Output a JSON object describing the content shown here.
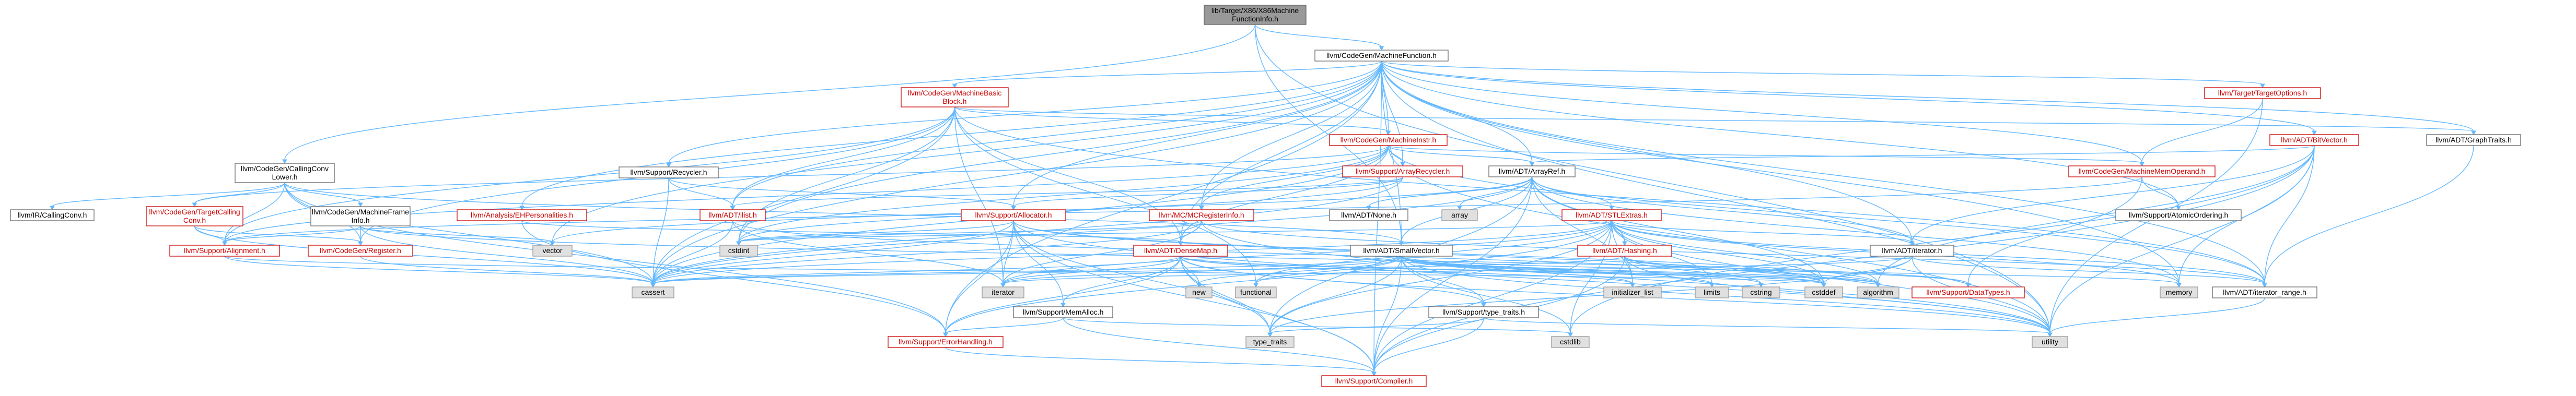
{
  "colors": {
    "edge": "#63b8ff",
    "root_fill": "#999999",
    "node_border": "#666666",
    "missing_border": "#cc0000",
    "system_fill": "#e0e0e0"
  },
  "nodes": [
    {
      "id": "root",
      "lines": [
        "lib/Target/X86/X86Machine",
        "FunctionInfo.h"
      ],
      "kind": "root"
    },
    {
      "id": "mf",
      "lines": [
        "llvm/CodeGen/MachineFunction.h"
      ],
      "kind": "link"
    },
    {
      "id": "cgcl",
      "lines": [
        "llvm/CodeGen/CallingConv",
        "Lower.h"
      ],
      "kind": "link"
    },
    {
      "id": "mbb",
      "lines": [
        "llvm/CodeGen/MachineBasic",
        "Block.h"
      ],
      "kind": "red"
    },
    {
      "id": "to",
      "lines": [
        "llvm/Target/TargetOptions.h"
      ],
      "kind": "red"
    },
    {
      "id": "bv",
      "lines": [
        "llvm/ADT/BitVector.h"
      ],
      "kind": "red"
    },
    {
      "id": "gt",
      "lines": [
        "llvm/ADT/GraphTraits.h"
      ],
      "kind": "link"
    },
    {
      "id": "rc",
      "lines": [
        "llvm/Support/Recycler.h"
      ],
      "kind": "link"
    },
    {
      "id": "mi",
      "lines": [
        "llvm/CodeGen/MachineInstr.h"
      ],
      "kind": "red"
    },
    {
      "id": "ar",
      "lines": [
        "llvm/Support/ArrayRecycler.h"
      ],
      "kind": "red"
    },
    {
      "id": "aref",
      "lines": [
        "llvm/ADT/ArrayRef.h"
      ],
      "kind": "link"
    },
    {
      "id": "mmo",
      "lines": [
        "llvm/CodeGen/MachineMemOperand.h"
      ],
      "kind": "red"
    },
    {
      "id": "irc",
      "lines": [
        "llvm/IR/CallingConv.h"
      ],
      "kind": "link"
    },
    {
      "id": "tcc",
      "lines": [
        "llvm/CodeGen/TargetCalling",
        "Conv.h"
      ],
      "kind": "red"
    },
    {
      "id": "mfi",
      "lines": [
        "llvm/CodeGen/MachineFrame",
        "Info.h"
      ],
      "kind": "link"
    },
    {
      "id": "ehp",
      "lines": [
        "llvm/Analysis/EHPersonalities.h"
      ],
      "kind": "red"
    },
    {
      "id": "ilist",
      "lines": [
        "llvm/ADT/ilist.h"
      ],
      "kind": "red"
    },
    {
      "id": "alloc",
      "lines": [
        "llvm/Support/Allocator.h"
      ],
      "kind": "red"
    },
    {
      "id": "mcri",
      "lines": [
        "llvm/MC/MCRegisterInfo.h"
      ],
      "kind": "red"
    },
    {
      "id": "none",
      "lines": [
        "llvm/ADT/None.h"
      ],
      "kind": "link"
    },
    {
      "id": "array",
      "lines": [
        "array"
      ],
      "kind": "gray"
    },
    {
      "id": "stl",
      "lines": [
        "llvm/ADT/STLExtras.h"
      ],
      "kind": "red"
    },
    {
      "id": "ao",
      "lines": [
        "llvm/Support/AtomicOrdering.h"
      ],
      "kind": "link"
    },
    {
      "id": "salign",
      "lines": [
        "llvm/Support/Alignment.h"
      ],
      "kind": "red"
    },
    {
      "id": "reg",
      "lines": [
        "llvm/CodeGen/Register.h"
      ],
      "kind": "red"
    },
    {
      "id": "vector",
      "lines": [
        "vector"
      ],
      "kind": "gray"
    },
    {
      "id": "cstdint",
      "lines": [
        "cstdint"
      ],
      "kind": "gray"
    },
    {
      "id": "dm",
      "lines": [
        "llvm/ADT/DenseMap.h"
      ],
      "kind": "red"
    },
    {
      "id": "hash",
      "lines": [
        "llvm/ADT/Hashing.h"
      ],
      "kind": "red"
    },
    {
      "id": "sv",
      "lines": [
        "llvm/ADT/SmallVector.h"
      ],
      "kind": "link"
    },
    {
      "id": "it",
      "lines": [
        "llvm/ADT/iterator.h"
      ],
      "kind": "link"
    },
    {
      "id": "cassert",
      "lines": [
        "cassert"
      ],
      "kind": "gray"
    },
    {
      "id": "iterator",
      "lines": [
        "iterator"
      ],
      "kind": "gray"
    },
    {
      "id": "new",
      "lines": [
        "new"
      ],
      "kind": "gray"
    },
    {
      "id": "functional",
      "lines": [
        "functional"
      ],
      "kind": "gray"
    },
    {
      "id": "ma",
      "lines": [
        "llvm/Support/MemAlloc.h"
      ],
      "kind": "link"
    },
    {
      "id": "stt",
      "lines": [
        "llvm/Support/type_traits.h"
      ],
      "kind": "link"
    },
    {
      "id": "il",
      "lines": [
        "initializer_list"
      ],
      "kind": "gray"
    },
    {
      "id": "limits",
      "lines": [
        "limits"
      ],
      "kind": "gray"
    },
    {
      "id": "cstring",
      "lines": [
        "cstring"
      ],
      "kind": "gray"
    },
    {
      "id": "cstddef",
      "lines": [
        "cstddef"
      ],
      "kind": "gray"
    },
    {
      "id": "algorithm",
      "lines": [
        "algorithm"
      ],
      "kind": "gray"
    },
    {
      "id": "dt",
      "lines": [
        "llvm/Support/DataTypes.h"
      ],
      "kind": "red"
    },
    {
      "id": "memory",
      "lines": [
        "memory"
      ],
      "kind": "gray"
    },
    {
      "id": "ir",
      "lines": [
        "llvm/ADT/iterator_range.h"
      ],
      "kind": "link"
    },
    {
      "id": "cstdlib",
      "lines": [
        "cstdlib"
      ],
      "kind": "gray"
    },
    {
      "id": "utility",
      "lines": [
        "utility"
      ],
      "kind": "gray"
    },
    {
      "id": "eh",
      "lines": [
        "llvm/Support/ErrorHandling.h"
      ],
      "kind": "red"
    },
    {
      "id": "tt",
      "lines": [
        "type_traits"
      ],
      "kind": "gray"
    },
    {
      "id": "comp",
      "lines": [
        "llvm/Support/Compiler.h"
      ],
      "kind": "red"
    }
  ],
  "edges": [
    [
      "root",
      "mf"
    ],
    [
      "root",
      "cgcl"
    ],
    [
      "root",
      "sv"
    ],
    [
      "root",
      "utility"
    ],
    [
      "mf",
      "mbb"
    ],
    [
      "mf",
      "to"
    ],
    [
      "mf",
      "bv"
    ],
    [
      "mf",
      "gt"
    ],
    [
      "mf",
      "rc"
    ],
    [
      "mf",
      "mi"
    ],
    [
      "mf",
      "ar"
    ],
    [
      "mf",
      "aref"
    ],
    [
      "mf",
      "mmo"
    ],
    [
      "mf",
      "ehp"
    ],
    [
      "mf",
      "ilist"
    ],
    [
      "mf",
      "alloc"
    ],
    [
      "mf",
      "dm"
    ],
    [
      "mf",
      "sv"
    ],
    [
      "mf",
      "it"
    ],
    [
      "mf",
      "cassert"
    ],
    [
      "mf",
      "cstdint"
    ],
    [
      "mf",
      "memory"
    ],
    [
      "mf",
      "utility"
    ],
    [
      "mf",
      "vector"
    ],
    [
      "mf",
      "comp"
    ],
    [
      "mf",
      "eh"
    ],
    [
      "mf",
      "ir"
    ],
    [
      "mf",
      "ao"
    ],
    [
      "mf",
      "mcri"
    ],
    [
      "cgcl",
      "irc"
    ],
    [
      "cgcl",
      "tcc"
    ],
    [
      "cgcl",
      "mfi"
    ],
    [
      "cgcl",
      "reg"
    ],
    [
      "cgcl",
      "salign"
    ],
    [
      "cgcl",
      "sv"
    ],
    [
      "cgcl",
      "eh"
    ],
    [
      "cgcl",
      "cassert"
    ],
    [
      "mbb",
      "mi"
    ],
    [
      "mbb",
      "ilist"
    ],
    [
      "mbb",
      "gt"
    ],
    [
      "mbb",
      "dm"
    ],
    [
      "mbb",
      "ir"
    ],
    [
      "mbb",
      "reg"
    ],
    [
      "mbb",
      "cassert"
    ],
    [
      "mbb",
      "cstdint"
    ],
    [
      "mbb",
      "iterator"
    ],
    [
      "mbb",
      "functional"
    ],
    [
      "mbb",
      "salign"
    ],
    [
      "to",
      "mmo"
    ],
    [
      "to",
      "utility"
    ],
    [
      "bv",
      "aref"
    ],
    [
      "bv",
      "utility"
    ],
    [
      "bv",
      "memory"
    ],
    [
      "bv",
      "ir"
    ],
    [
      "bv",
      "algorithm"
    ],
    [
      "bv",
      "cstdlib"
    ],
    [
      "bv",
      "it"
    ],
    [
      "bv",
      "comp"
    ],
    [
      "gt",
      "ir"
    ],
    [
      "rc",
      "alloc"
    ],
    [
      "rc",
      "cassert"
    ],
    [
      "rc",
      "ilist"
    ],
    [
      "mi",
      "ar"
    ],
    [
      "mi",
      "mmo"
    ],
    [
      "mi",
      "aref"
    ],
    [
      "mi",
      "dm"
    ],
    [
      "mi",
      "ir"
    ],
    [
      "mi",
      "cstdint"
    ],
    [
      "mi",
      "cassert"
    ],
    [
      "mi",
      "utility"
    ],
    [
      "mi",
      "salign"
    ],
    [
      "mi",
      "mcri"
    ],
    [
      "mi",
      "tcc"
    ],
    [
      "ar",
      "alloc"
    ],
    [
      "ar",
      "ilist"
    ],
    [
      "ar",
      "cassert"
    ],
    [
      "ar",
      "cstdint"
    ],
    [
      "aref",
      "none"
    ],
    [
      "aref",
      "array"
    ],
    [
      "aref",
      "stl"
    ],
    [
      "aref",
      "hash"
    ],
    [
      "aref",
      "sv"
    ],
    [
      "aref",
      "it"
    ],
    [
      "aref",
      "cassert"
    ],
    [
      "aref",
      "cstddef"
    ],
    [
      "aref",
      "il"
    ],
    [
      "aref",
      "memory"
    ],
    [
      "aref",
      "vector"
    ],
    [
      "aref",
      "comp"
    ],
    [
      "aref",
      "tt"
    ],
    [
      "mmo",
      "ao"
    ],
    [
      "mmo",
      "dt"
    ],
    [
      "mmo",
      "salign"
    ],
    [
      "tcc",
      "salign"
    ],
    [
      "tcc",
      "reg"
    ],
    [
      "tcc",
      "cassert"
    ],
    [
      "mfi",
      "salign"
    ],
    [
      "mfi",
      "reg"
    ],
    [
      "mfi",
      "cassert"
    ],
    [
      "mfi",
      "vector"
    ],
    [
      "mfi",
      "dt"
    ],
    [
      "ehp",
      "dm"
    ],
    [
      "ehp",
      "eh"
    ],
    [
      "ilist",
      "iterator"
    ],
    [
      "ilist",
      "cassert"
    ],
    [
      "ilist",
      "cstddef"
    ],
    [
      "alloc",
      "comp"
    ],
    [
      "alloc",
      "eh"
    ],
    [
      "alloc",
      "ma"
    ],
    [
      "alloc",
      "cassert"
    ],
    [
      "alloc",
      "cstddef"
    ],
    [
      "alloc",
      "cstdint"
    ],
    [
      "alloc",
      "iterator"
    ],
    [
      "alloc",
      "utility"
    ],
    [
      "alloc",
      "algorithm"
    ],
    [
      "alloc",
      "tt"
    ],
    [
      "mcri",
      "dm"
    ],
    [
      "mcri",
      "ir"
    ],
    [
      "mcri",
      "cassert"
    ],
    [
      "mcri",
      "cstdint"
    ],
    [
      "mcri",
      "iterator"
    ],
    [
      "mcri",
      "utility"
    ],
    [
      "stl",
      "hash"
    ],
    [
      "stl",
      "it"
    ],
    [
      "stl",
      "ir"
    ],
    [
      "stl",
      "algorithm"
    ],
    [
      "stl",
      "cassert"
    ],
    [
      "stl",
      "cstddef"
    ],
    [
      "stl",
      "cstdint"
    ],
    [
      "stl",
      "cstdlib"
    ],
    [
      "stl",
      "functional"
    ],
    [
      "stl",
      "il"
    ],
    [
      "stl",
      "iterator"
    ],
    [
      "stl",
      "limits"
    ],
    [
      "stl",
      "memory"
    ],
    [
      "stl",
      "tt"
    ],
    [
      "stl",
      "utility"
    ],
    [
      "stl",
      "eh"
    ],
    [
      "stl",
      "comp"
    ],
    [
      "salign",
      "cassert"
    ],
    [
      "salign",
      "cstddef"
    ],
    [
      "reg",
      "cassert"
    ],
    [
      "dm",
      "eh"
    ],
    [
      "dm",
      "ma"
    ],
    [
      "dm",
      "comp"
    ],
    [
      "dm",
      "algorithm"
    ],
    [
      "dm",
      "cassert"
    ],
    [
      "dm",
      "cstddef"
    ],
    [
      "dm",
      "il"
    ],
    [
      "dm",
      "iterator"
    ],
    [
      "dm",
      "new"
    ],
    [
      "dm",
      "tt"
    ],
    [
      "dm",
      "utility"
    ],
    [
      "dm",
      "stt"
    ],
    [
      "hash",
      "algorithm"
    ],
    [
      "hash",
      "cassert"
    ],
    [
      "hash",
      "cstring"
    ],
    [
      "hash",
      "string"
    ],
    [
      "hash",
      "tuple"
    ],
    [
      "hash",
      "utility"
    ],
    [
      "hash",
      "comp"
    ],
    [
      "hash",
      "dt"
    ],
    [
      "sv",
      "comp"
    ],
    [
      "sv",
      "stt"
    ],
    [
      "sv",
      "algorithm"
    ],
    [
      "sv",
      "cassert"
    ],
    [
      "sv",
      "cstddef"
    ],
    [
      "sv",
      "cstdlib"
    ],
    [
      "sv",
      "cstring"
    ],
    [
      "sv",
      "functional"
    ],
    [
      "sv",
      "il"
    ],
    [
      "sv",
      "iterator"
    ],
    [
      "sv",
      "limits"
    ],
    [
      "sv",
      "memory"
    ],
    [
      "sv",
      "new"
    ],
    [
      "sv",
      "tt"
    ],
    [
      "sv",
      "utility"
    ],
    [
      "it",
      "ir"
    ],
    [
      "it",
      "cstddef"
    ],
    [
      "it",
      "iterator"
    ],
    [
      "it",
      "tt"
    ],
    [
      "it",
      "utility"
    ],
    [
      "ma",
      "comp"
    ],
    [
      "ma",
      "eh"
    ],
    [
      "ma",
      "cstdlib"
    ],
    [
      "stt",
      "tt"
    ],
    [
      "stt",
      "utility"
    ],
    [
      "stt",
      "comp"
    ],
    [
      "eh",
      "comp"
    ],
    [
      "ir",
      "utility"
    ]
  ]
}
